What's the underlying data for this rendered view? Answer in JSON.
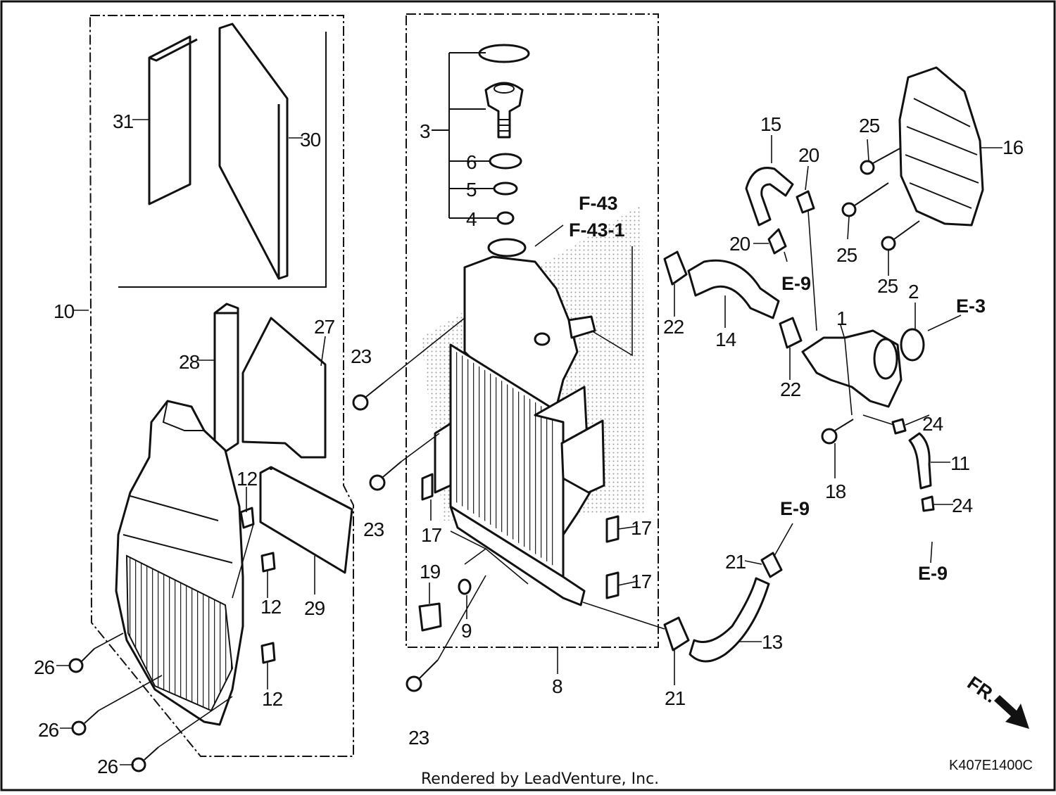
{
  "diagram": {
    "part_labels": {
      "p1": "1",
      "p2": "2",
      "p3": "3",
      "p4": "4",
      "p5": "5",
      "p6": "6",
      "p8": "8",
      "p9": "9",
      "p10": "10",
      "p11": "11",
      "p12a": "12",
      "p12b": "12",
      "p12c": "12",
      "p13": "13",
      "p14": "14",
      "p15": "15",
      "p16": "16",
      "p17a": "17",
      "p17b": "17",
      "p17c": "17",
      "p18": "18",
      "p19": "19",
      "p20a": "20",
      "p20b": "20",
      "p21a": "21",
      "p21b": "21",
      "p22a": "22",
      "p22b": "22",
      "p23a": "23",
      "p23b": "23",
      "p23c": "23",
      "p24a": "24",
      "p24b": "24",
      "p25a": "25",
      "p25b": "25",
      "p25c": "25",
      "p26a": "26",
      "p26b": "26",
      "p26c": "26",
      "p27": "27",
      "p28": "28",
      "p29": "29",
      "p30": "30",
      "p31": "31"
    },
    "refs": {
      "f43": "F-43",
      "f431": "F-43-1",
      "e9a": "E-9",
      "e9b": "E-9",
      "e9c": "E-9",
      "e3": "E-3"
    },
    "front_marker": "FR.",
    "diagram_code": "K407E1400C",
    "credit": "Rendered by LeadVenture, Inc."
  },
  "colors": {
    "ink": "#111111",
    "background": "#ffffff"
  }
}
